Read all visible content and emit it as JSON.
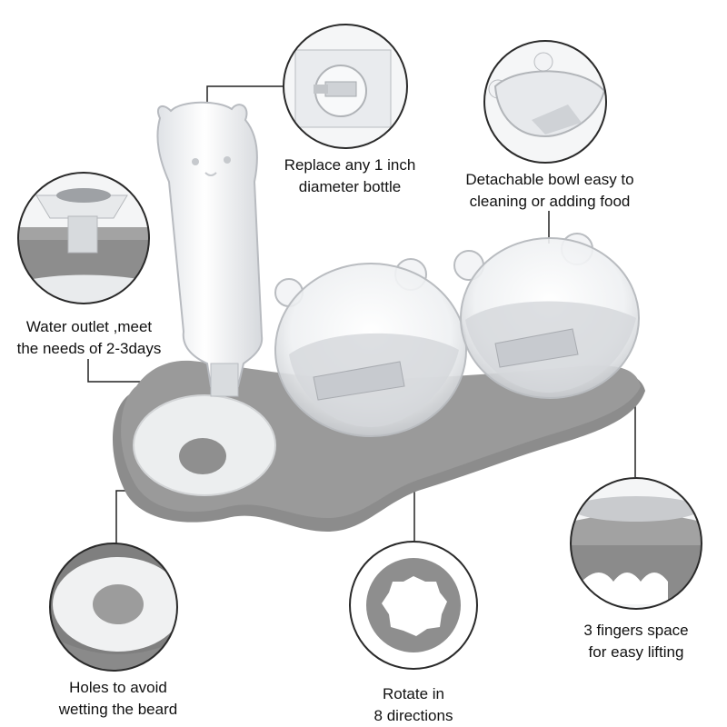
{
  "callouts": {
    "bottle": {
      "line1": "Replace any 1 inch",
      "line2": "diameter bottle"
    },
    "bowl": {
      "line1": "Detachable bowl easy to",
      "line2": "cleaning or adding food"
    },
    "outlet": {
      "line1": "Water outlet ,meet",
      "line2": "the needs of 2-3days"
    },
    "holes": {
      "line1": "Holes to avoid",
      "line2": "wetting the beard"
    },
    "rotate": {
      "line1": "Rotate in",
      "line2": "8 directions"
    },
    "fingers": {
      "line1": "3 fingers space",
      "line2": "for easy lifting"
    }
  },
  "colors": {
    "base": "#8a8a8a",
    "base_dark": "#6f6f6f",
    "plastic": "#e9ebee",
    "outline": "#b9bcc0",
    "line": "#222222"
  }
}
